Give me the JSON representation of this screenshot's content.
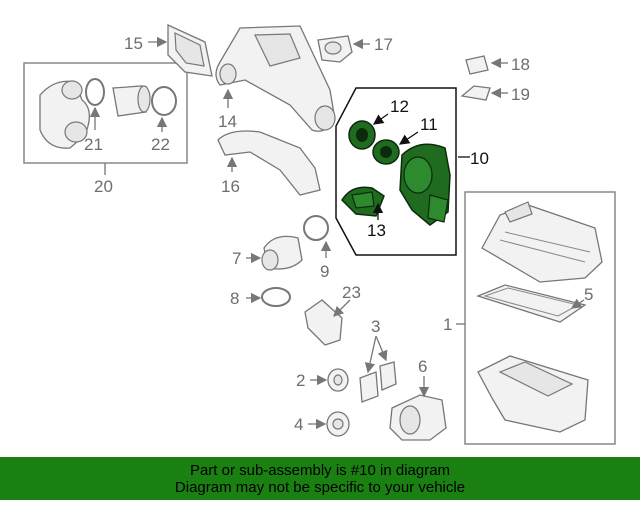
{
  "labels": {
    "l1": "1",
    "l2": "2",
    "l3": "3",
    "l4": "4",
    "l5": "5",
    "l6": "6",
    "l7": "7",
    "l8": "8",
    "l9": "9",
    "l10": "10",
    "l11": "11",
    "l12": "12",
    "l13": "13",
    "l14": "14",
    "l15": "15",
    "l16": "16",
    "l17": "17",
    "l18": "18",
    "l19": "19",
    "l20": "20",
    "l21": "21",
    "l22": "22",
    "l23": "23"
  },
  "highlight_color": "#1f6b1f",
  "banner": {
    "line1": "Part or sub-assembly is #10 in diagram",
    "line2": "Diagram may not be specific to your vehicle",
    "bg_color": "#1b8012"
  }
}
